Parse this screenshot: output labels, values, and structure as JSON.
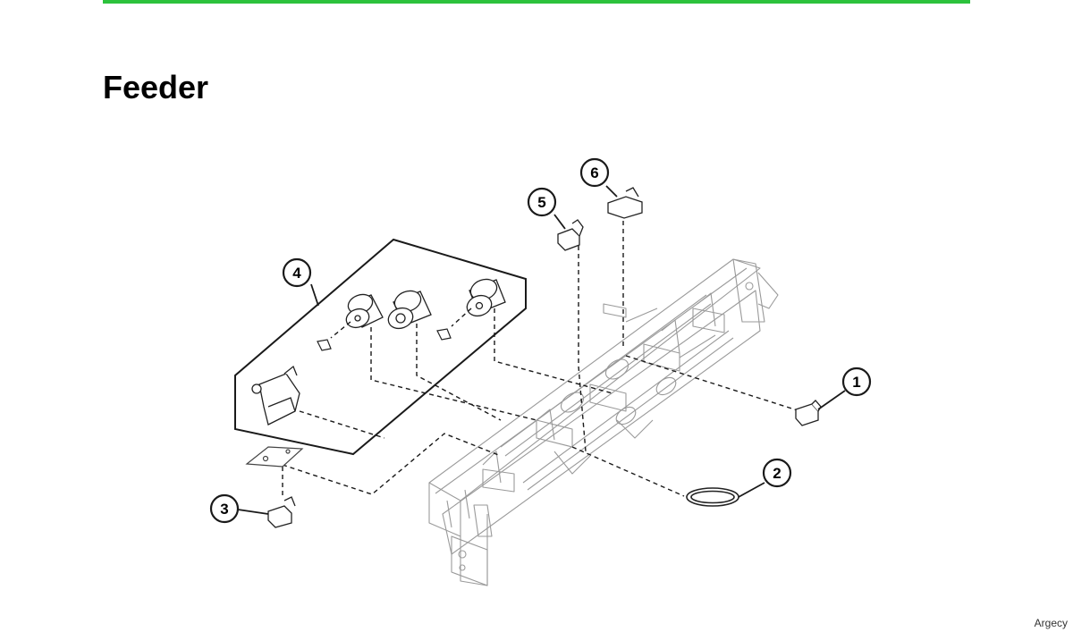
{
  "page": {
    "title": "Feeder",
    "accent_color": "#2cc23c",
    "watermark": "Argecy"
  },
  "diagram": {
    "subject": "feeder-assembly",
    "callouts": [
      {
        "number": "1",
        "part": "sensor"
      },
      {
        "number": "2",
        "part": "drive-belt"
      },
      {
        "number": "3",
        "part": "sensor-bracket"
      },
      {
        "number": "4",
        "part": "roller-kit"
      },
      {
        "number": "5",
        "part": "sensor"
      },
      {
        "number": "6",
        "part": "sensor"
      }
    ]
  }
}
